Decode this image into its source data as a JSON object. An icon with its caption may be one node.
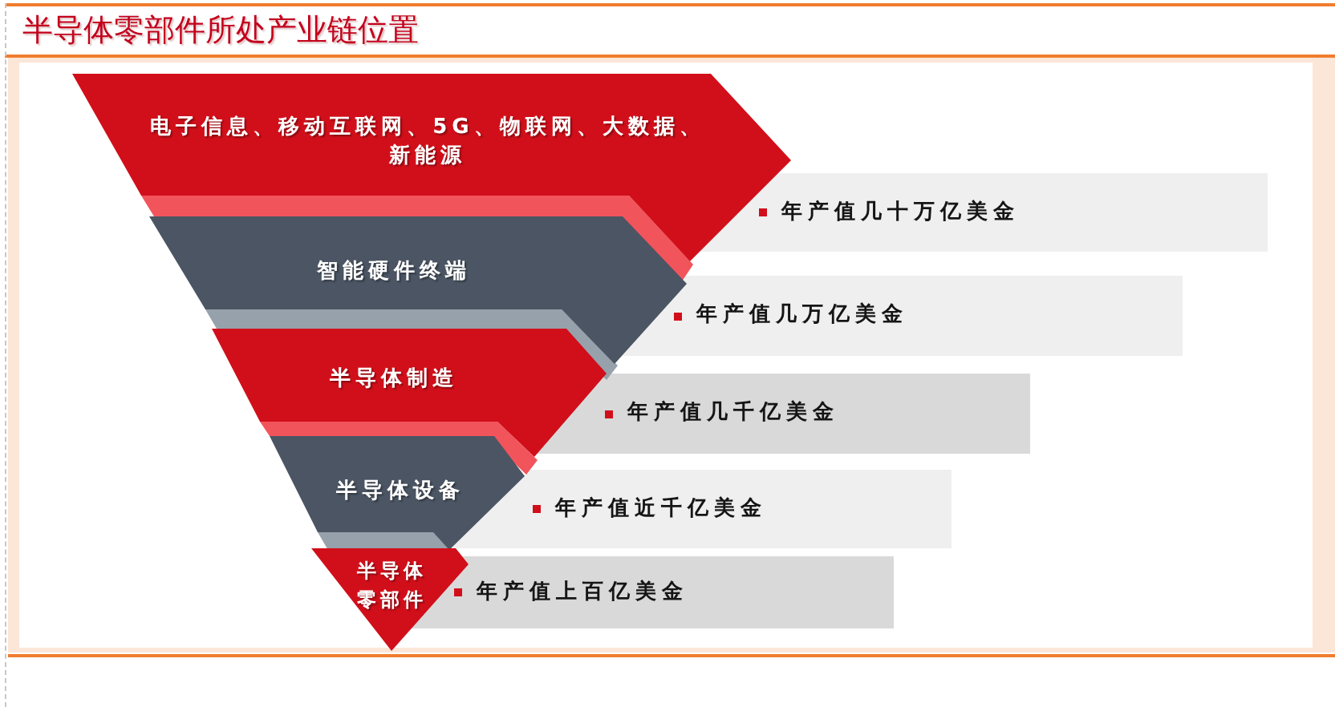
{
  "diagram": {
    "title": "半导体零部件所处产业链位置",
    "nodes": [
      {
        "text": [
          "电子信息、移动互联网、5G、物联网、大数据、新能源"
        ]
      },
      {
        "text": [
          "年产值几十万亿美金"
        ]
      },
      {
        "text": [
          "智能硬件终端"
        ]
      },
      {
        "text": [
          "年产值几万亿美金"
        ]
      },
      {
        "text": [
          "半导体制造"
        ]
      },
      {
        "text": [
          "年产值几千亿美金"
        ]
      },
      {
        "text": [
          "半导体设备"
        ]
      },
      {
        "text": [
          "年产值近千亿美金"
        ]
      },
      {
        "text": [
          "半导体零部件"
        ]
      },
      {
        "text": [
          "年产值上百亿美金"
        ]
      }
    ]
  }
}
